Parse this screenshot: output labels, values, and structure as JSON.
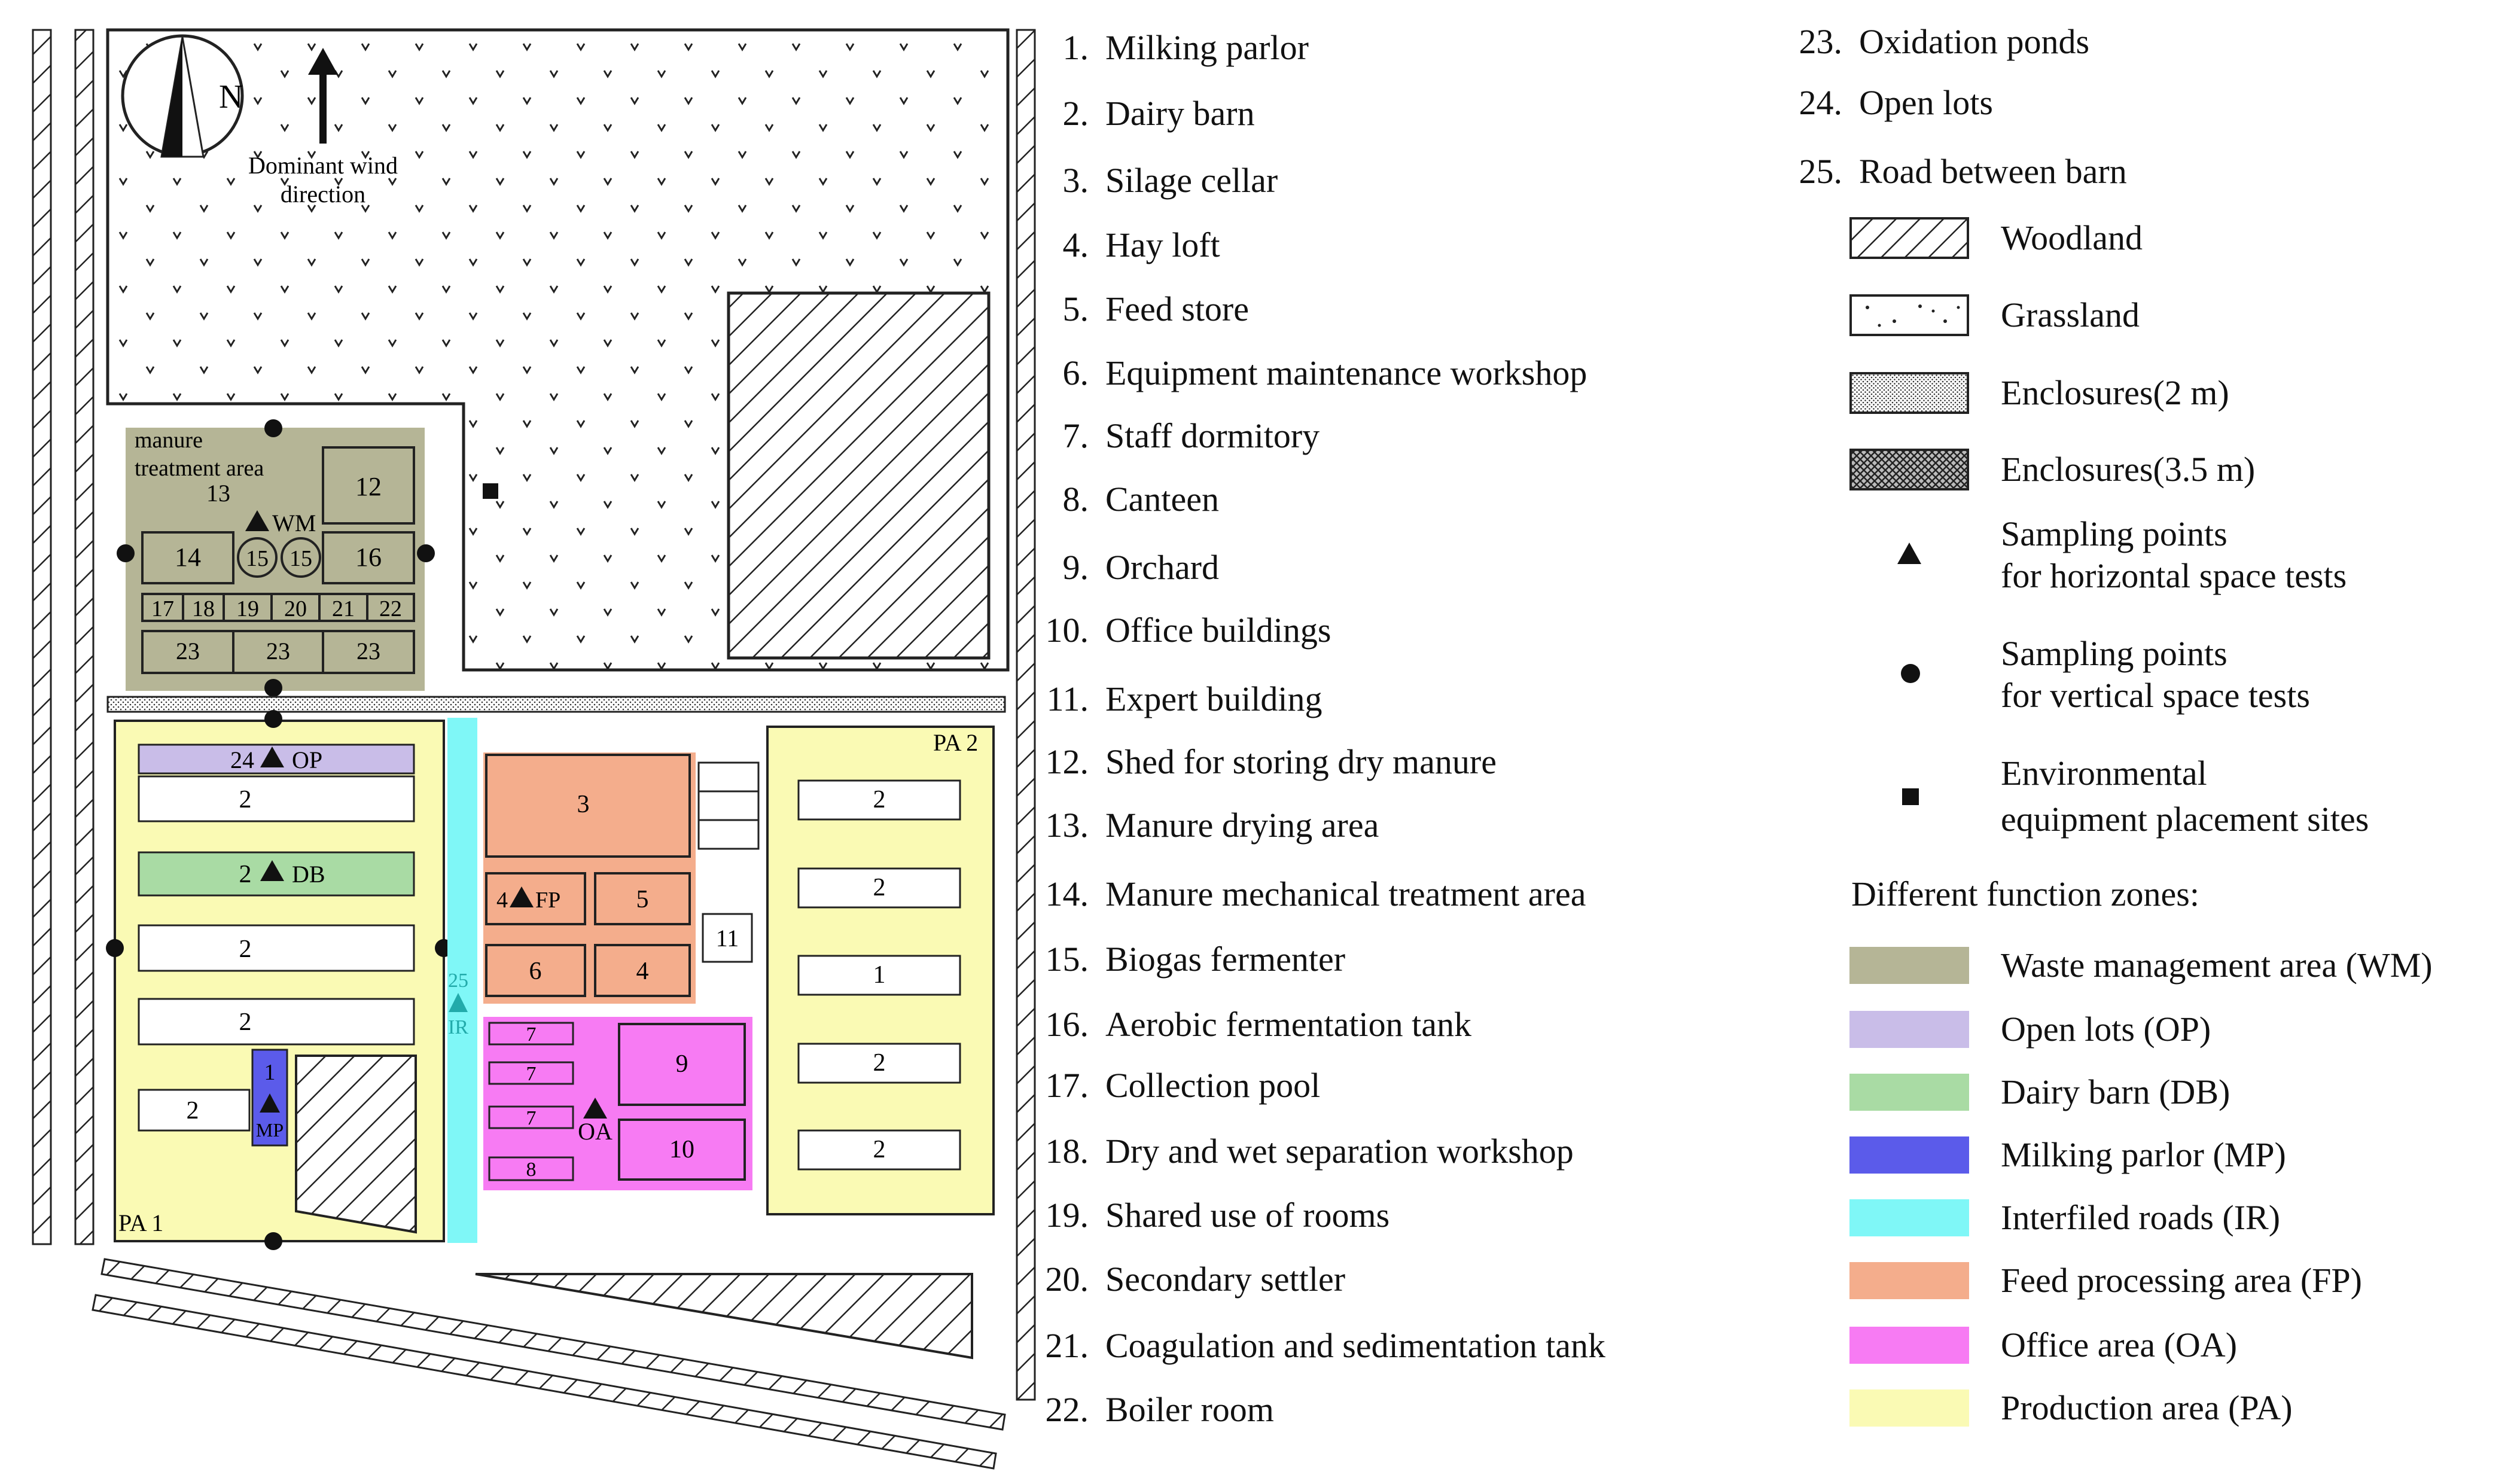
{
  "colors": {
    "waste_management": "#b5b596",
    "open_lots": "#c9bde8",
    "dairy_barn": "#a9dba4",
    "milking_parlor": "#5b5bea",
    "interfield_roads": "#7ff7f7",
    "feed_processing": "#f4ad8c",
    "office_area": "#f77bf3",
    "production_area": "#fafab4"
  },
  "compass": {
    "north": "N",
    "wind_line1": "Dominant wind",
    "wind_line2": "direction"
  },
  "map": {
    "manure_label1": "manure",
    "manure_label2": "treatment area",
    "n13": "13",
    "n12": "12",
    "wm": "WM",
    "n14": "14",
    "n15a": "15",
    "n15b": "15",
    "n16": "16",
    "n17": "17",
    "n18": "18",
    "n19": "19",
    "n20": "20",
    "n21": "21",
    "n22": "22",
    "n23a": "23",
    "n23b": "23",
    "n23c": "23",
    "op_label": "24",
    "op_code": "OP",
    "db_label": "2",
    "db_code": "DB",
    "b2a": "2",
    "b2b": "2",
    "b2c": "2",
    "b2d": "2",
    "mp_num": "1",
    "mp_code": "MP",
    "pa1": "PA 1",
    "pa2": "PA 2",
    "n25": "25",
    "ir": "IR",
    "n3": "3",
    "fp_num": "4",
    "fp_code": "FP",
    "n5": "5",
    "n6": "6",
    "n4": "4",
    "n11": "11",
    "n7a": "7",
    "n7b": "7",
    "n7c": "7",
    "n8": "8",
    "n9": "9",
    "n10": "10",
    "oa": "OA",
    "r2a": "2",
    "r2b": "2",
    "r1": "1",
    "r2c": "2",
    "r2d": "2"
  },
  "legend_numbered": [
    {
      "num": "1.",
      "label": "Milking parlor"
    },
    {
      "num": "2.",
      "label": "Dairy barn"
    },
    {
      "num": "3.",
      "label": "Silage cellar"
    },
    {
      "num": "4.",
      "label": "Hay loft"
    },
    {
      "num": "5.",
      "label": "Feed store"
    },
    {
      "num": "6.",
      "label": "Equipment maintenance workshop"
    },
    {
      "num": "7.",
      "label": "Staff dormitory"
    },
    {
      "num": "8.",
      "label": "Canteen"
    },
    {
      "num": "9.",
      "label": "Orchard"
    },
    {
      "num": "10.",
      "label": "Office buildings"
    },
    {
      "num": "11.",
      "label": "Expert building"
    },
    {
      "num": "12.",
      "label": "Shed for storing dry manure"
    },
    {
      "num": "13.",
      "label": "Manure drying area"
    },
    {
      "num": "14.",
      "label": "Manure mechanical treatment area"
    },
    {
      "num": "15.",
      "label": "Biogas fermenter"
    },
    {
      "num": "16.",
      "label": "Aerobic fermentation tank"
    },
    {
      "num": "17.",
      "label": "Collection pool"
    },
    {
      "num": "18.",
      "label": "Dry and wet separation workshop"
    },
    {
      "num": "19.",
      "label": "Shared use of rooms"
    },
    {
      "num": "20.",
      "label": "Secondary settler"
    },
    {
      "num": "21.",
      "label": "Coagulation and sedimentation tank"
    },
    {
      "num": "22.",
      "label": "Boiler room"
    },
    {
      "num": "23.",
      "label": "Oxidation ponds"
    },
    {
      "num": "24.",
      "label": "Open lots"
    },
    {
      "num": "25.",
      "label": "Road between barn"
    }
  ],
  "legend_symbols": {
    "woodland": "Woodland",
    "grassland": "Grassland",
    "enclosure_2m": "Enclosures(2 m)",
    "enclosure_35m": "Enclosures(3.5 m)",
    "horizontal_1": "Sampling points",
    "horizontal_2": "for horizontal space tests",
    "vertical_1": "Sampling points",
    "vertical_2": "for vertical space tests",
    "env_1": "Environmental",
    "env_2": "equipment  placement sites"
  },
  "zones_title": "Different function zones:",
  "zones": [
    {
      "label": "Waste management area (WM)"
    },
    {
      "label": "Open lots (OP)"
    },
    {
      "label": "Dairy barn (DB)"
    },
    {
      "label": "Milking parlor (MP)"
    },
    {
      "label": "Interfiled roads (IR)"
    },
    {
      "label": "Feed processing area (FP)"
    },
    {
      "label": "Office area (OA)"
    },
    {
      "label": "Production area (PA)"
    }
  ]
}
